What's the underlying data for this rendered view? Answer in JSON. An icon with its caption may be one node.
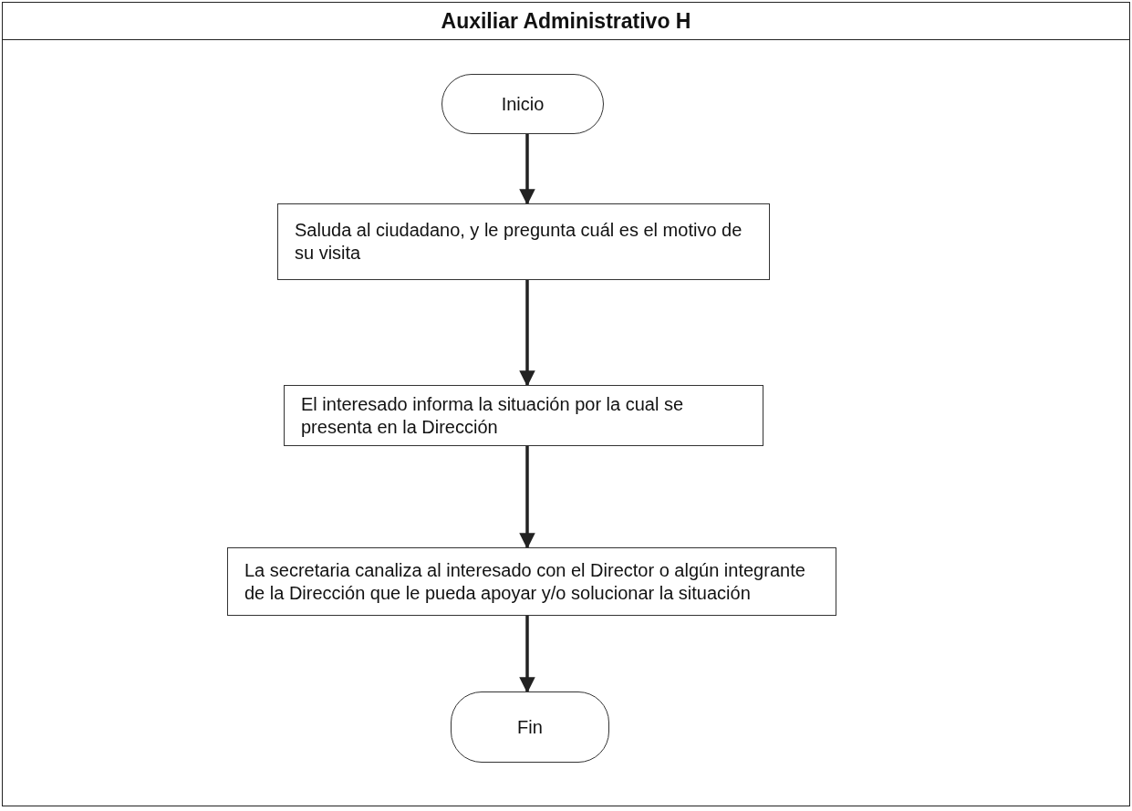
{
  "diagram": {
    "title": "Auxiliar Administrativo H",
    "nodes": [
      {
        "text": [
          "Inicio"
        ]
      },
      {
        "text": [
          "Saluda al ciudadano, y le pregunta cuál es el motivo de su visita"
        ]
      },
      {
        "text": [
          "El interesado informa la situación por la cual se presenta en la Dirección"
        ]
      },
      {
        "text": [
          "La secretaria canaliza al interesado con el Director o algún  integrante de la Dirección que le pueda apoyar y/o solucionar la situación"
        ]
      },
      {
        "text": [
          "Fin"
        ]
      }
    ],
    "edges": [
      {
        "from": 0,
        "to": 1,
        "arrow": "to"
      },
      {
        "from": 1,
        "to": 2,
        "arrow": "to"
      },
      {
        "from": 2,
        "to": 3,
        "arrow": "to"
      },
      {
        "from": 3,
        "to": 4,
        "arrow": "to"
      }
    ]
  }
}
